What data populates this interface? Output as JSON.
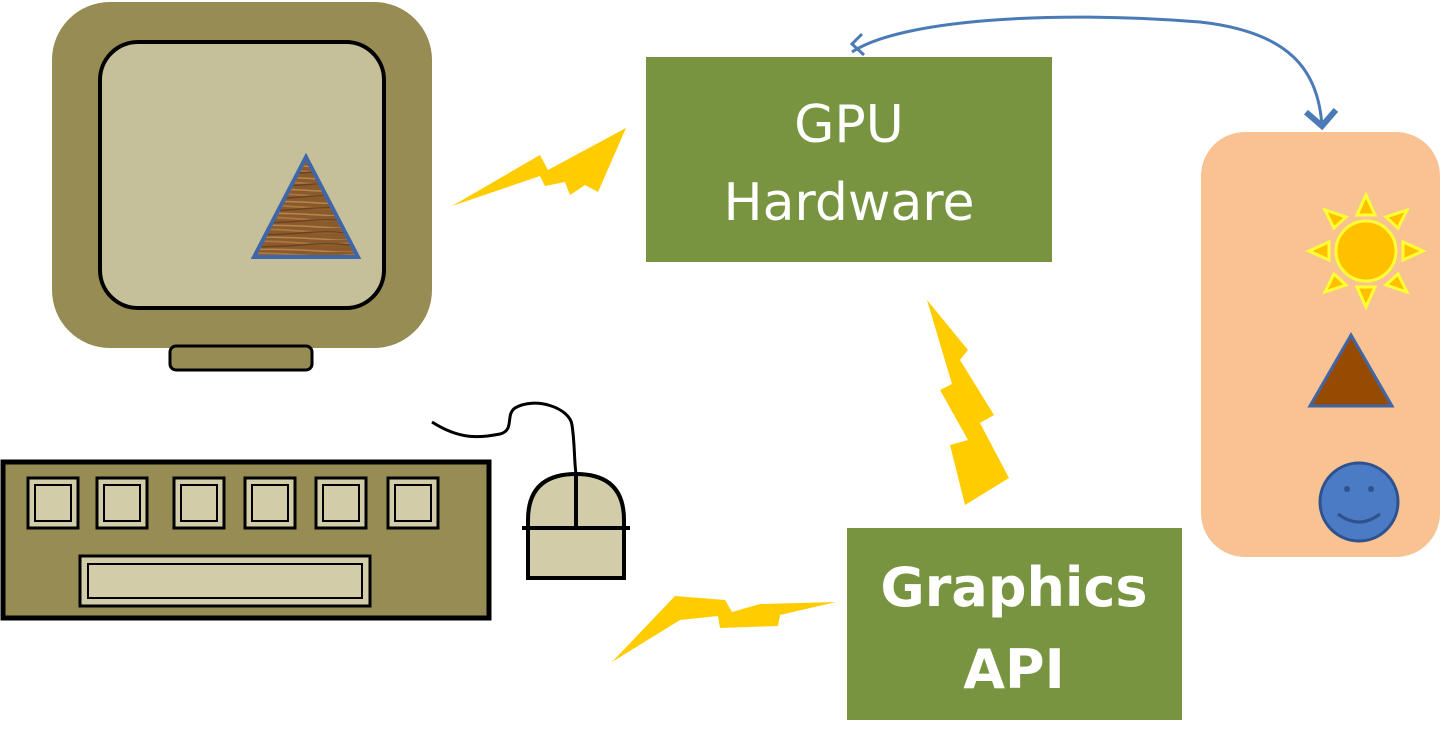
{
  "boxes": {
    "gpu": {
      "line1": "GPU",
      "line2": "Hardware",
      "fill": "#789440"
    },
    "api": {
      "line1": "Graphics",
      "line2": "API",
      "fill": "#789440"
    }
  },
  "colors": {
    "monitor_frame": "#978c54",
    "monitor_screen": "#c6c09a",
    "keyboard_body": "#978c54",
    "key_face": "#d2cca9",
    "lightning": "#ffcc00",
    "scene_panel": "#f9c292",
    "arrow": "#4a7bb7",
    "sun": "#ffc000",
    "sun_outline": "#ffff33",
    "scene_triangle": "#964b00",
    "smiley": "#4a7bc4",
    "wood_triangle": "#8b5a2b"
  },
  "icons": [
    "monitor-icon",
    "keyboard-icon",
    "mouse-icon",
    "lightning-bolt-icon",
    "sun-icon",
    "triangle-icon",
    "smiley-icon"
  ]
}
